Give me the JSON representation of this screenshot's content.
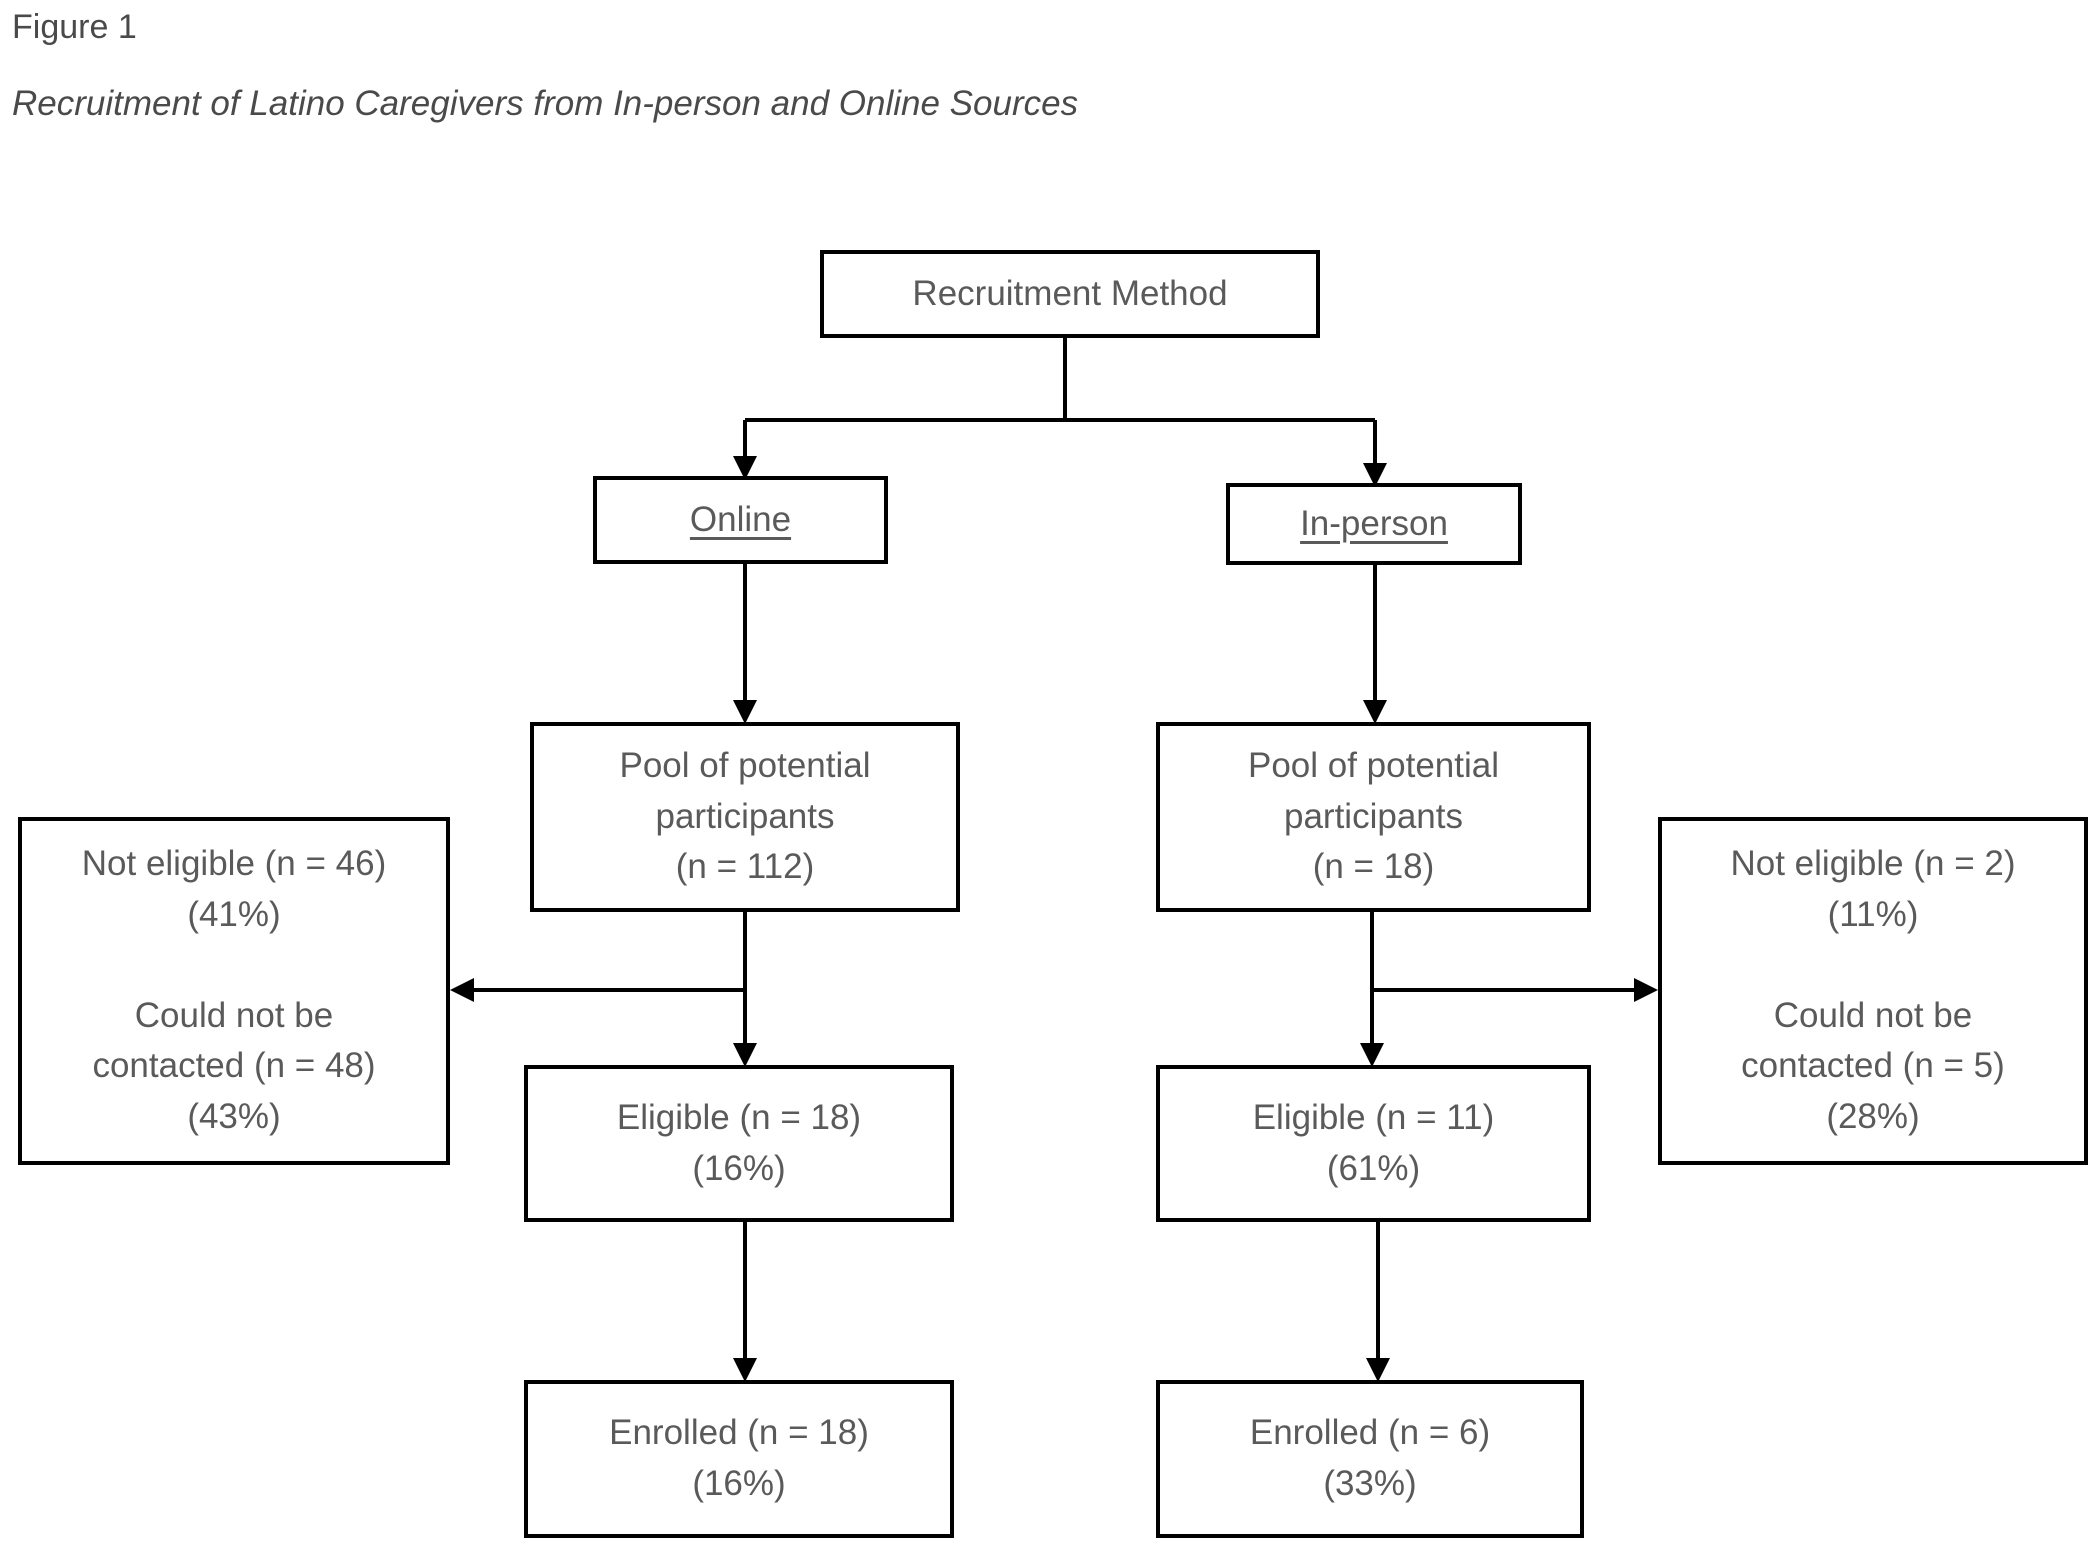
{
  "figure": {
    "label": "Figure 1",
    "title": "Recruitment of Latino Caregivers from In-person and Online Sources"
  },
  "colors": {
    "line": "#000000",
    "text": "#5a5a5a"
  },
  "nodes": {
    "root": {
      "label": "Recruitment Method"
    },
    "online": {
      "label": "Online"
    },
    "inperson": {
      "label": "In-person"
    },
    "online_pool": {
      "line1": "Pool of potential",
      "line2": "participants",
      "line3": "(n = 112)"
    },
    "inperson_pool": {
      "line1": "Pool of potential",
      "line2": "participants",
      "line3": "(n = 18)"
    },
    "online_excluded": {
      "line1": "Not eligible (n = 46)",
      "line2": "(41%)",
      "line3": "Could not be",
      "line4": "contacted (n = 48)",
      "line5": "(43%)"
    },
    "inperson_excluded": {
      "line1": "Not eligible (n = 2)",
      "line2": "(11%)",
      "line3": "Could not be",
      "line4": "contacted (n = 5)",
      "line5": "(28%)"
    },
    "online_eligible": {
      "line1": "Eligible (n = 18)",
      "line2": "(16%)"
    },
    "inperson_eligible": {
      "line1": "Eligible (n = 11)",
      "line2": "(61%)"
    },
    "online_enrolled": {
      "line1": "Enrolled (n = 18)",
      "line2": "(16%)"
    },
    "inperson_enrolled": {
      "line1": "Enrolled (n = 6)",
      "line2": "(33%)"
    }
  }
}
